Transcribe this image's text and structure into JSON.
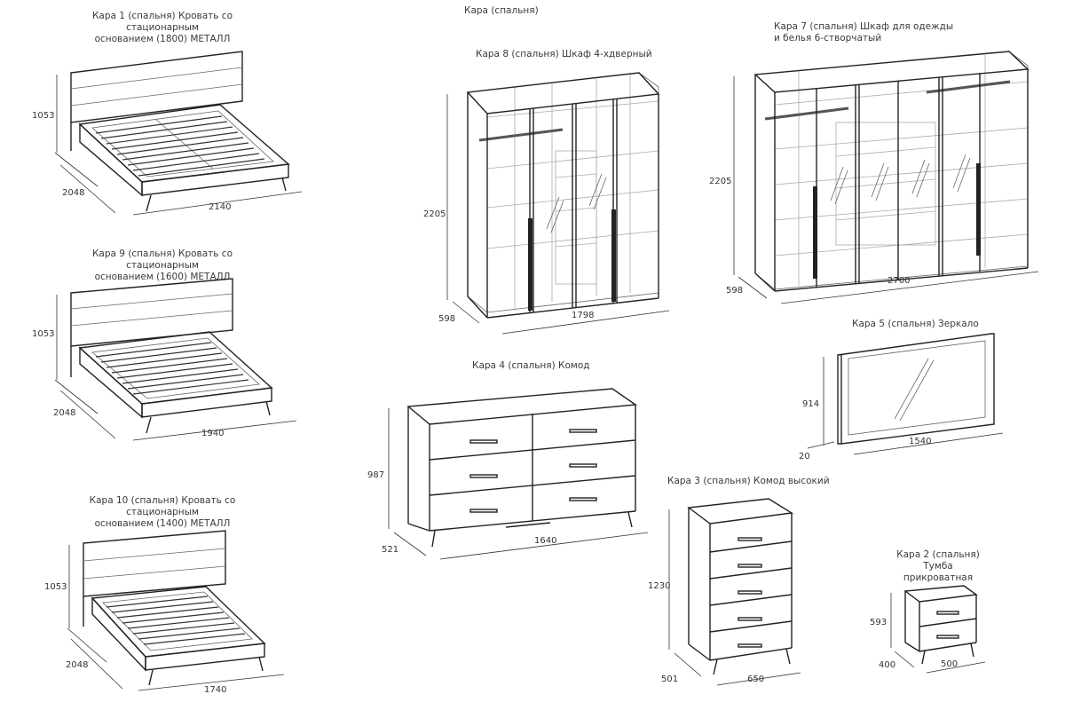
{
  "title": "Кара (спальня)",
  "items": [
    {
      "id": "bed1800",
      "caption": "Кара 1 (спальня) Кровать со стационарным\nоснованием (1800) МЕТАЛЛ",
      "dims": {
        "height": "1053",
        "depth": "2048",
        "width": "2140"
      }
    },
    {
      "id": "bed1600",
      "caption": "Кара 9 (спальня) Кровать со стационарным\nоснованием (1600) МЕТАЛЛ",
      "dims": {
        "height": "1053",
        "depth": "2048",
        "width": "1940"
      }
    },
    {
      "id": "bed1400",
      "caption": "Кара 10 (спальня) Кровать со стационарным\nоснованием (1400) МЕТАЛЛ",
      "dims": {
        "height": "1053",
        "depth": "2048",
        "width": "1740"
      }
    },
    {
      "id": "wardrobe4",
      "caption": "Кара 8 (спальня) Шкаф 4-хдверный",
      "dims": {
        "height": "2205",
        "depth": "598",
        "width": "1798"
      }
    },
    {
      "id": "wardrobe6",
      "caption": "Кара 7 (спальня) Шкаф для одежды\nи белья 6-створчатый",
      "dims": {
        "height": "2205",
        "depth": "598",
        "width": "2700"
      }
    },
    {
      "id": "dresser",
      "caption": "Кара 4 (спальня) Комод",
      "dims": {
        "height": "987",
        "depth": "521",
        "width": "1640"
      }
    },
    {
      "id": "mirror",
      "caption": "Кара 5 (спальня) Зеркало",
      "dims": {
        "height": "914",
        "depth": "20",
        "width": "1540"
      }
    },
    {
      "id": "tall_dresser",
      "caption": "Кара 3 (спальня) Комод высокий",
      "dims": {
        "height": "1230",
        "depth": "501",
        "width": "650"
      }
    },
    {
      "id": "nightstand",
      "caption": "Кара 2 (спальня) Тумба\nприкроватная",
      "dims": {
        "height": "593",
        "depth": "400",
        "width": "500"
      }
    }
  ]
}
